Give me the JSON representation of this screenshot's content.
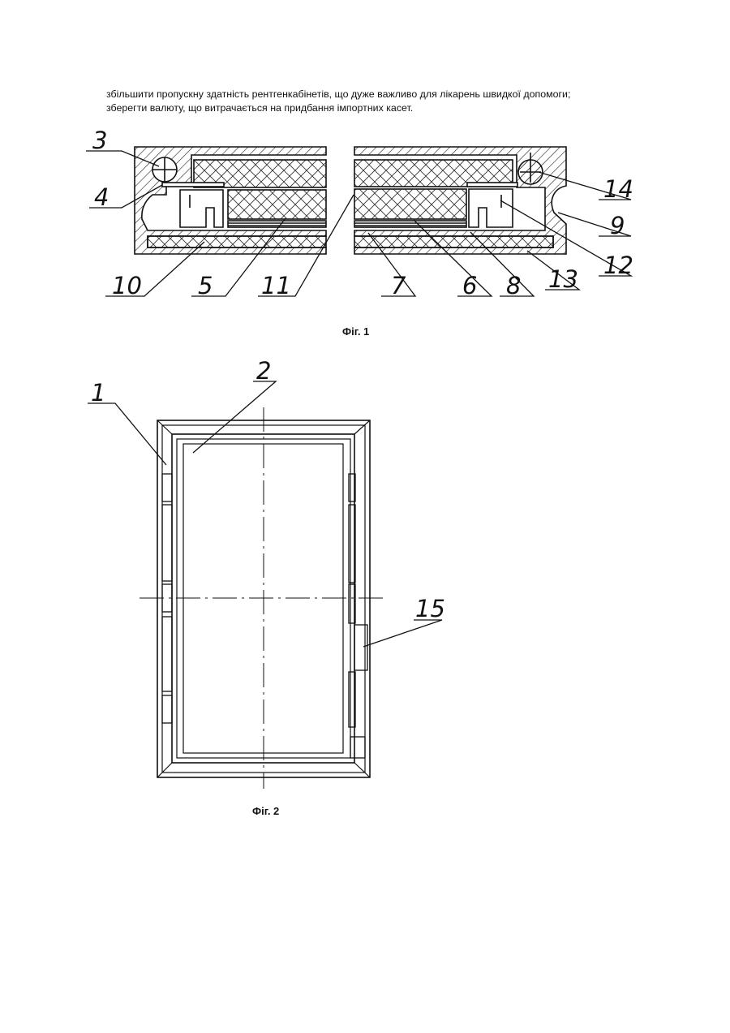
{
  "text": {
    "line1": "збільшити пропускну здатність рентгенкабінетів, що дуже важливо для лікарень швидкої допомоги;",
    "line2": "зберегти валюту, що витрачається на придбання імпортних касет."
  },
  "figures": {
    "fig1": {
      "caption": "Фіг. 1",
      "labels": [
        "3",
        "4",
        "10",
        "5",
        "11",
        "7",
        "6",
        "8",
        "13",
        "12",
        "9",
        "14"
      ]
    },
    "fig2": {
      "caption": "Фіг. 2",
      "labels": [
        "1",
        "2",
        "15"
      ]
    }
  }
}
